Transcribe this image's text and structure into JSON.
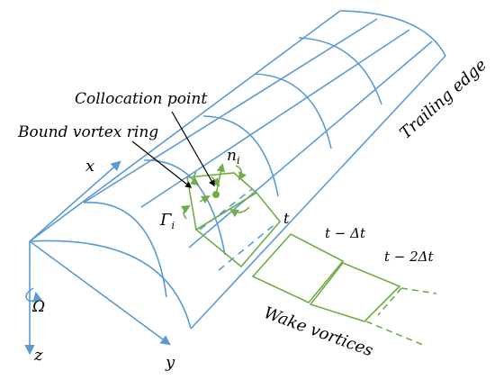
{
  "labels": {
    "collocation_point": "Collocation point",
    "bound_vortex_ring": "Bound vortex ring",
    "trailing_edge": "Trailing edge",
    "wake_vortices": "Wake vortices",
    "n_i": "n",
    "n_i_sub": "i",
    "gamma_i": "Γ",
    "gamma_i_sub": "i",
    "t": "t",
    "t_minus_dt": "t − Δt",
    "t_minus_2dt": "t − 2Δt",
    "x_axis": "x",
    "y_axis": "y",
    "z_axis": "z",
    "omega": "Ω"
  },
  "colors": {
    "wing_mesh": "#5b9bd5",
    "vortex": "#70ad47",
    "leader": "#000000"
  }
}
